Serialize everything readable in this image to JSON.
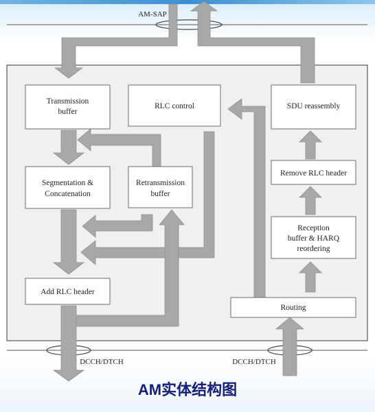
{
  "labels": {
    "am_sap": "AM-SAP",
    "dcch_left": "DCCH/DTCH",
    "dcch_right": "DCCH/DTCH"
  },
  "blocks": {
    "transmission_buffer": [
      "Transmission",
      "buffer"
    ],
    "rlc_control": [
      "RLC control"
    ],
    "sdu_reassembly": [
      "SDU reassembly"
    ],
    "segmentation": [
      "Segmentation &",
      "Concatenation"
    ],
    "retransmission_buffer": [
      "Retransmission",
      "buffer"
    ],
    "remove_rlc_header": [
      "Remove RLC header"
    ],
    "reception_buffer": [
      "Reception",
      "buffer & HARQ",
      "reordering"
    ],
    "add_rlc_header": [
      "Add RLC header"
    ],
    "routing": [
      "Routing"
    ]
  },
  "caption": "AM实体结构图",
  "colors": {
    "arrow": "#a8a8a8",
    "arrow_edge": "#8f8f8f",
    "panel": "#f0f0f0",
    "box_border": "#6a6a6a",
    "caption": "#12207a"
  }
}
